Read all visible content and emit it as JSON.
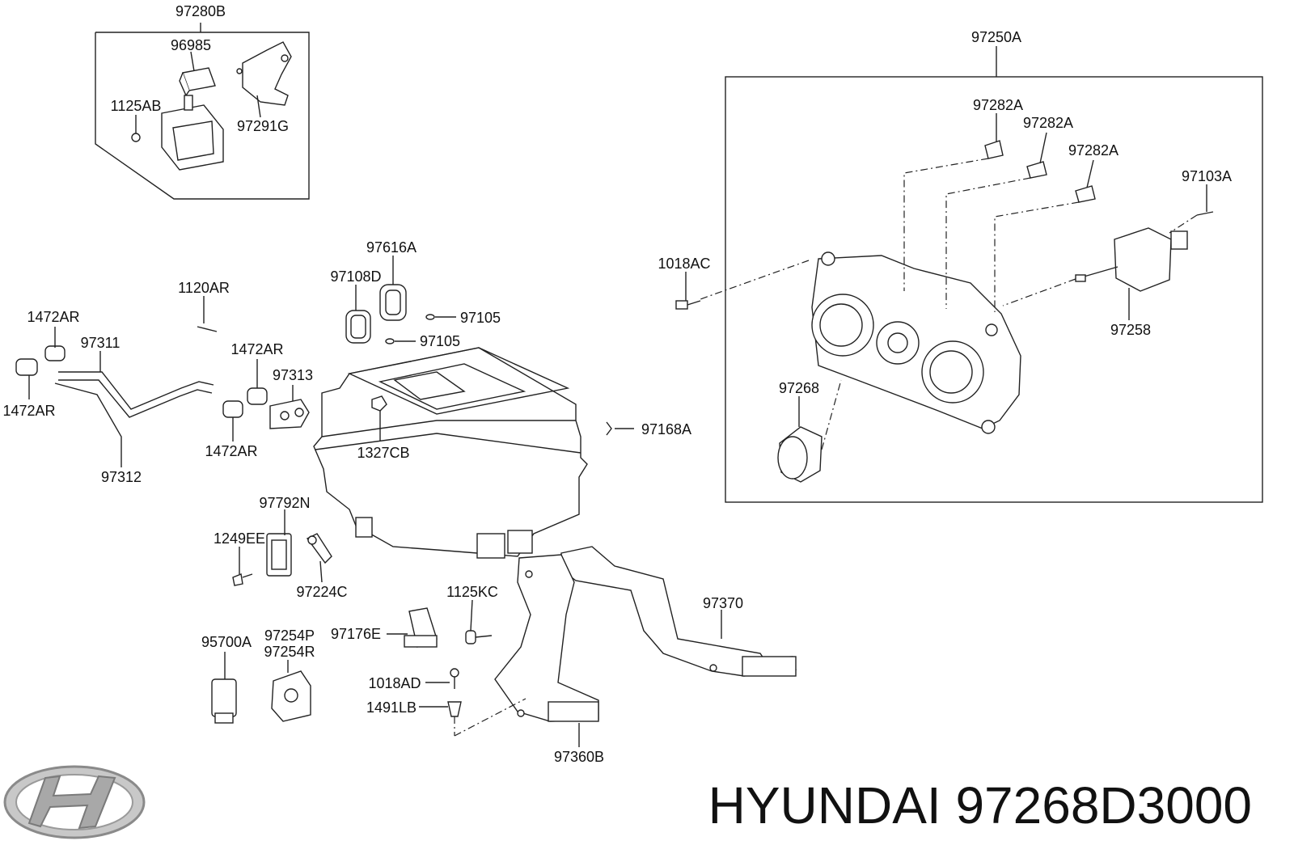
{
  "labels": {
    "l97280B": "97280B",
    "l96985": "96985",
    "l1125AB": "1125AB",
    "l97291G": "97291G",
    "l97250A": "97250A",
    "l97282A_1": "97282A",
    "l97282A_2": "97282A",
    "l97282A_3": "97282A",
    "l97103A": "97103A",
    "l1018AC": "1018AC",
    "l97258": "97258",
    "l97268": "97268",
    "l97616A": "97616A",
    "l97108D": "97108D",
    "l1120AR": "1120AR",
    "l97105_1": "97105",
    "l97105_2": "97105",
    "l1472AR_1": "1472AR",
    "l1472AR_2": "1472AR",
    "l1472AR_3": "1472AR",
    "l1472AR_4": "1472AR",
    "l97311": "97311",
    "l97313": "97313",
    "l97312": "97312",
    "l1327CB": "1327CB",
    "l97168A": "97168A",
    "l97792N": "97792N",
    "l1249EE": "1249EE",
    "l97224C": "97224C",
    "l1125KC": "1125KC",
    "l97370": "97370",
    "l95700A": "95700A",
    "l97254P": "97254P",
    "l97254R": "97254R",
    "l97176E": "97176E",
    "l1018AD": "1018AD",
    "l1491LB": "1491LB",
    "l97360B": "97360B"
  },
  "footer": {
    "brand_text": "HYUNDAI 97268D3000",
    "logo_icon": "hyundai-logo-icon"
  }
}
